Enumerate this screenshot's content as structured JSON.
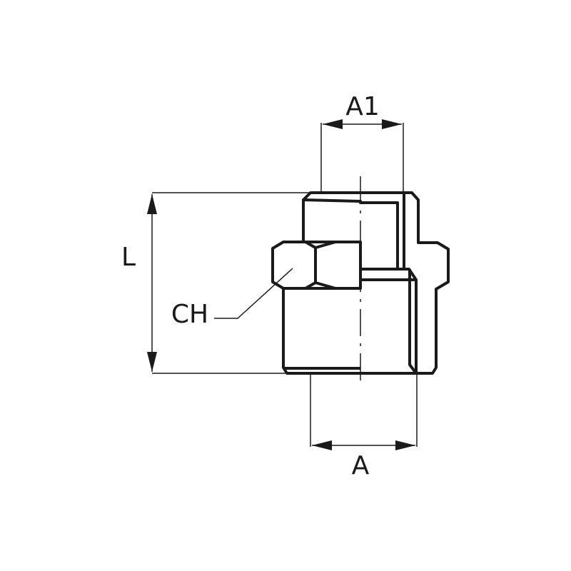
{
  "diagram": {
    "labels": {
      "a1": "A1",
      "l": "L",
      "ch": "CH",
      "a": "A"
    },
    "colors": {
      "stroke": "#1a1a1a",
      "background": "#ffffff"
    }
  }
}
